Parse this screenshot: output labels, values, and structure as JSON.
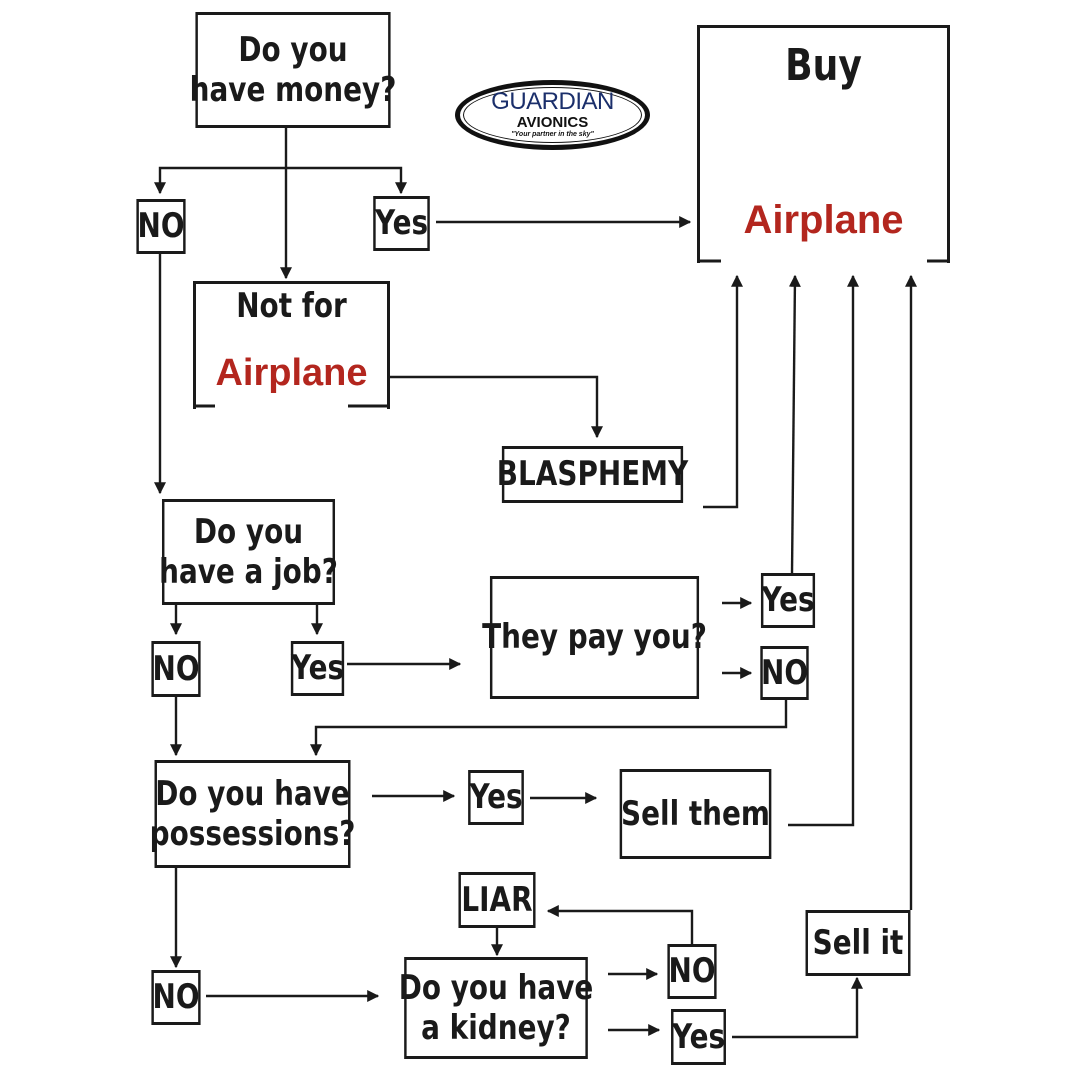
{
  "logo": {
    "name_line": "GUARDIAN",
    "sub_line": "AVIONICS",
    "tagline": "\"Your partner in the sky\""
  },
  "nodes": {
    "money_question": [
      "Do you",
      "have money?"
    ],
    "money_no": "NO",
    "money_yes": "Yes",
    "not_for": "Not for",
    "not_for_airplane": "Airplane",
    "buy": "Buy",
    "buy_airplane": "Airplane",
    "blasphemy": "BLASPHEMY",
    "job_question": [
      "Do you",
      "have a job?"
    ],
    "job_no": "NO",
    "job_yes": "Yes",
    "pay_question": "They pay you?",
    "pay_yes": "Yes",
    "pay_no": "NO",
    "possessions_question": [
      "Do you have",
      "possessions?"
    ],
    "possessions_yes": "Yes",
    "sell_them": "Sell them",
    "possessions_no": "NO",
    "liar": "LIAR",
    "kidney_question": [
      "Do you have",
      "a kidney?"
    ],
    "kidney_no": "NO",
    "kidney_yes": "Yes",
    "sell_it": "Sell it"
  },
  "colors": {
    "ink": "#1a1a1a",
    "accent_red": "#b3261e",
    "logo_blue": "#1b2f6b"
  }
}
